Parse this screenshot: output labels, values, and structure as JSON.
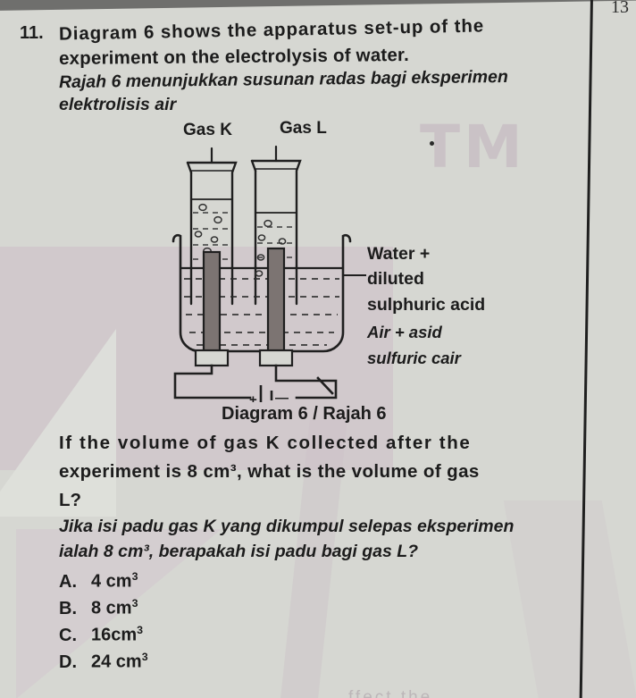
{
  "page": {
    "corner_number": "13",
    "watermark": "TM",
    "bottom_ghost_text": "ffect the"
  },
  "question": {
    "number": "11.",
    "english_line1": "Diagram 6 shows the apparatus set-up of the",
    "english_line2": "experiment on the electrolysis of water.",
    "malay_line1": "Rajah 6 menunjukkan susunan radas bagi eksperimen",
    "malay_line2": "elektrolisis air",
    "stem_en_line1": "If the volume of gas K collected after the",
    "stem_en_line2": "experiment is 8 cm³, what is the volume of gas",
    "stem_en_line3": "L?",
    "stem_ml_line1": "Jika isi padu gas K yang dikumpul selepas eksperimen",
    "stem_ml_line2": "ialah 8 cm³, berapakah isi padu bagi gas L?"
  },
  "diagram": {
    "caption": "Diagram 6 / Rajah 6",
    "gas_k_label": "Gas K",
    "gas_l_label": "Gas L",
    "solution_label_en_line1": "Water +",
    "solution_label_en_line2": "diluted",
    "solution_label_en_line3": "sulphuric acid",
    "solution_label_ml_line1": "Air + asid",
    "solution_label_ml_line2": "sulfuric cair",
    "battery_positive": "+",
    "battery_negative": "—"
  },
  "options": [
    {
      "letter": "A.",
      "value": "4 cm",
      "exp": "3"
    },
    {
      "letter": "B.",
      "value": "8 cm",
      "exp": "3"
    },
    {
      "letter": "C.",
      "value": "16cm",
      "exp": "3"
    },
    {
      "letter": "D.",
      "value": "24 cm",
      "exp": "3"
    }
  ],
  "colors": {
    "page_background": "#d6d7d2",
    "ink": "#1c1c1c",
    "electrode_fill": "#7c7472",
    "watermark_pink": "#cfc3c9",
    "top_bar": "#6f6f6d"
  }
}
